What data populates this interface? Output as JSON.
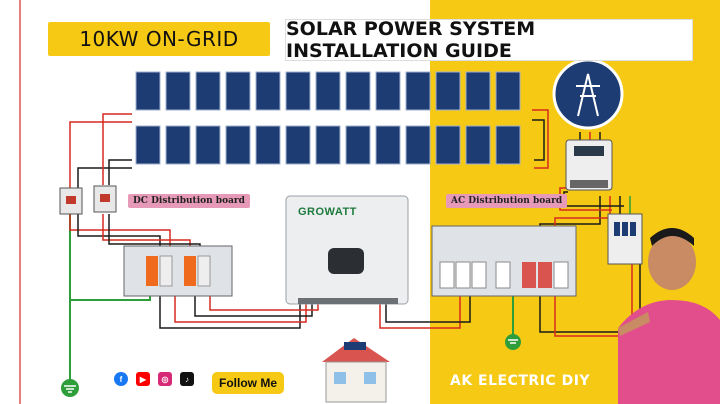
{
  "header": {
    "system_badge": "10KW ON-GRID",
    "title": "SOLAR POWER SYSTEM INSTALLATION GUIDE"
  },
  "labels": {
    "dc_board": "DC Distribution board",
    "ac_board": "AC Distribution board",
    "inverter_brand": "GROWATT"
  },
  "footer": {
    "social_icons": [
      "facebook-icon",
      "youtube-icon",
      "instagram-icon",
      "tiktok-icon"
    ],
    "follow_label": "Follow Me",
    "channel_name": "AK ELECTRIC DIY"
  },
  "colors": {
    "accent_yellow": "#f6c915",
    "pink_label": "#e79ab7",
    "panel_blue": "#1d3c74",
    "wire_red": "#d62a1f",
    "wire_black": "#1a1a1a",
    "ground_green": "#2e9e3a"
  }
}
